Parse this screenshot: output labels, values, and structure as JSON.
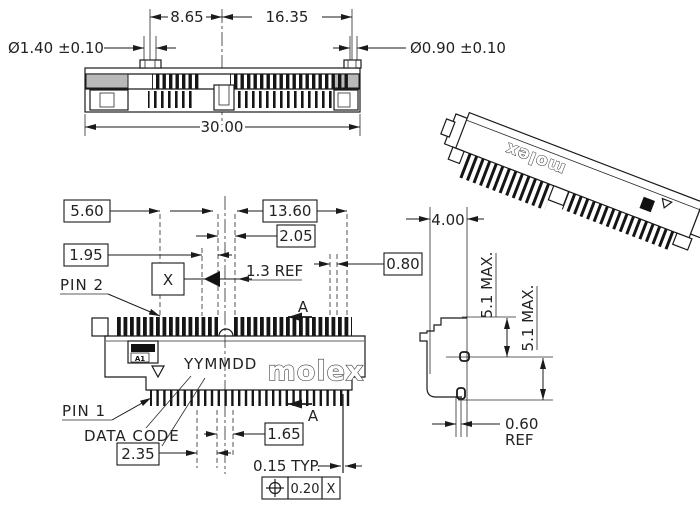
{
  "colors": {
    "background": "#ffffff",
    "line": "#1a1a1a",
    "text": "#222222"
  },
  "drawing": {
    "top_view": {
      "dim_span_left": "8.65",
      "dim_span_right": "16.35",
      "dia_left": "Ø1.40 ±0.10",
      "dia_right": "Ø0.90 ±0.10",
      "dim_overall_width": "30.00"
    },
    "front_view": {
      "dim_5_60": "5.60",
      "dim_13_60": "13.60",
      "dim_2_05": "2.05",
      "dim_1_95": "1.95",
      "dim_1_3_ref": "1.3 REF",
      "dim_0_80": "0.80",
      "pin2_label": "PIN 2",
      "datum_label": "X",
      "section_label_top": "A",
      "section_label_bottom": "A",
      "marking_text": "A1",
      "date_code_placeholder": "YYMMDD",
      "logo_text": "molex",
      "pin1_label": "PIN 1",
      "data_code_label": "DATA CODE",
      "dim_2_35": "2.35",
      "dim_1_65": "1.65",
      "dim_0_15_typ": "0.15 TYP.",
      "fcf": {
        "tolerance": "0.20",
        "datum": "X"
      }
    },
    "side_view": {
      "dim_4_00": "4.00",
      "dim_max_upper": "5.1 MAX.",
      "dim_max_lower": "5.1 MAX.",
      "dim_0_60": "0.60",
      "ref_suffix": "REF"
    },
    "iso_view": {
      "logo_text": "molex"
    }
  }
}
